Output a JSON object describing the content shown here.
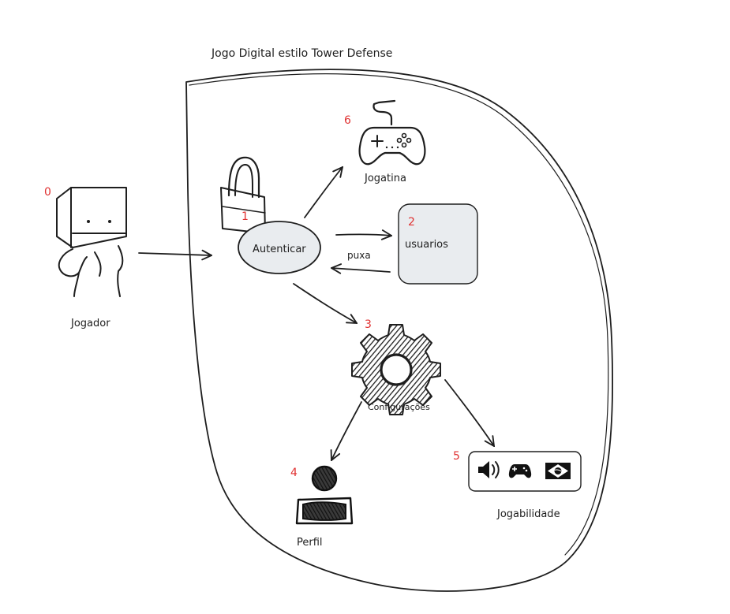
{
  "title": "Jogo Digital estilo Tower Defense",
  "nodes": {
    "jogador": {
      "number": "0",
      "label": "Jogador"
    },
    "autenticar": {
      "number": "1",
      "label": "Autenticar"
    },
    "usuarios": {
      "number": "2",
      "label": "usuarios"
    },
    "configuracoes": {
      "number": "3",
      "label": "Configurações"
    },
    "perfil": {
      "number": "4",
      "label": "Perfil"
    },
    "jogabilidade": {
      "number": "5",
      "label": "Jogabilidade"
    },
    "jogatina": {
      "number": "6",
      "label": "Jogatina"
    }
  },
  "edges": {
    "puxa": "puxa"
  },
  "icons": {
    "player": "boxhead-person-icon",
    "lock": "padlock-icon",
    "gamepad": "gamepad-icon",
    "gear": "gear-icon",
    "profile": "user-profile-icon",
    "speaker": "speaker-icon",
    "small_gamepad": "gamepad-small-icon",
    "language": "brazil-flag-icon"
  },
  "colors": {
    "ink": "#1e1e1e",
    "number": "#e03131",
    "fill": "#e9ecef"
  }
}
